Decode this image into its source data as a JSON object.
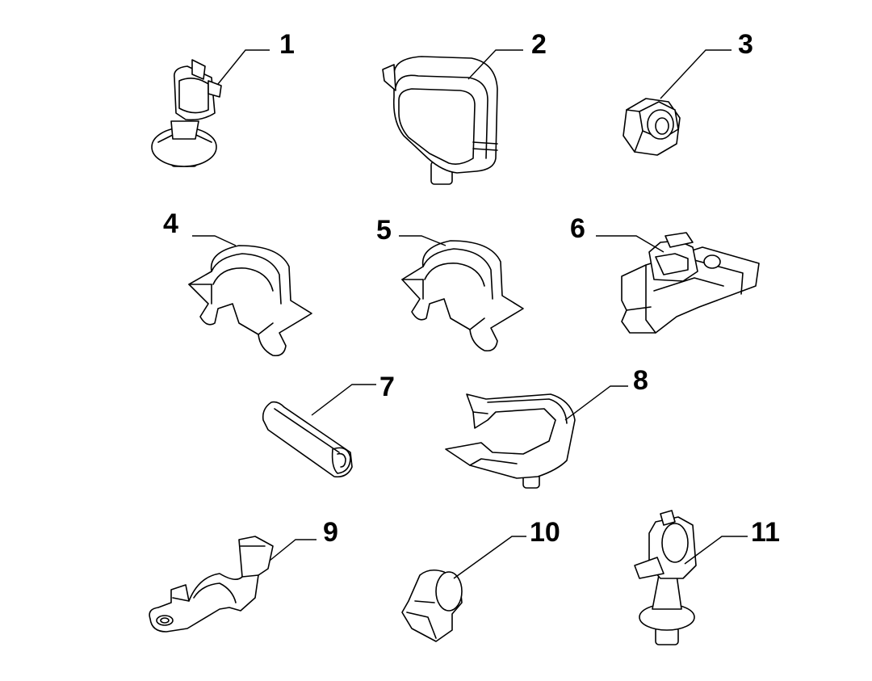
{
  "parts": [
    {
      "id": "part-1",
      "label": "1"
    },
    {
      "id": "part-2",
      "label": "2"
    },
    {
      "id": "part-3",
      "label": "3"
    },
    {
      "id": "part-4",
      "label": "4"
    },
    {
      "id": "part-5",
      "label": "5"
    },
    {
      "id": "part-6",
      "label": "6"
    },
    {
      "id": "part-7",
      "label": "7"
    },
    {
      "id": "part-8",
      "label": "8"
    },
    {
      "id": "part-9",
      "label": "9"
    },
    {
      "id": "part-10",
      "label": "10"
    },
    {
      "id": "part-11",
      "label": "11"
    }
  ]
}
